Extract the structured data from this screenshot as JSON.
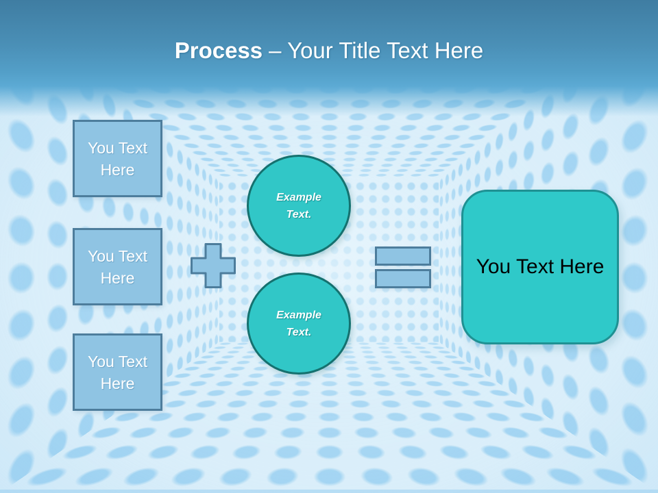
{
  "title": {
    "keyword": "Process",
    "rest": "– Your Title Text Here"
  },
  "input_boxes": [
    {
      "label": "You Text Here"
    },
    {
      "label": "You Text Here"
    },
    {
      "label": "You Text Here"
    }
  ],
  "operators": {
    "plus_icon": "+",
    "equals_icon": "="
  },
  "example_circles": [
    {
      "label": "Example Text."
    },
    {
      "label": "Example Text."
    }
  ],
  "result_box": {
    "label": "You Text Here"
  },
  "colors": {
    "header_top": "#3f7da2",
    "header_bottom": "#5caad4",
    "box_fill": "#8fc4e3",
    "box_border": "#4d7d9c",
    "teal_fill": "#31c7c7",
    "teal_border": "#15716f",
    "result_fill": "#2fc9c9",
    "result_border": "#1f9193",
    "background": "#d9eefa",
    "dot": "#93cdf0",
    "title_text": "#ffffff",
    "box_text": "#ffffff",
    "result_text": "#000000"
  }
}
